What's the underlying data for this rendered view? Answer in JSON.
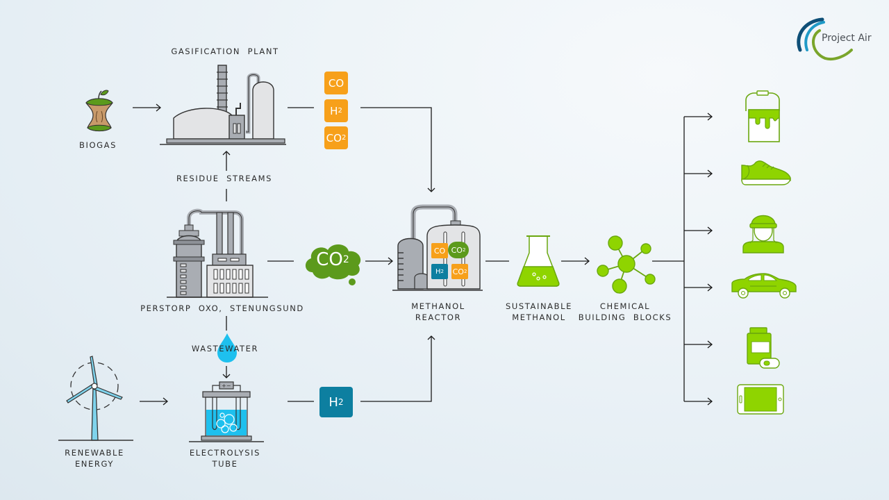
{
  "brand": {
    "name": "Project Air",
    "colors": {
      "arc_dark": "#0e4f77",
      "arc_mid": "#1f9ac7",
      "arc_green": "#7aa52b"
    }
  },
  "colors": {
    "syngas": "#f7a01a",
    "hydrogen": "#0d7fa0",
    "co2_cloud": "#5c9a1c",
    "product_green": "#8fd400",
    "water": "#1ec0ee",
    "machine_gray": "#a9adb3",
    "arrow": "#1a1a1a"
  },
  "nodes": {
    "biogas": {
      "label": "BIOGAS",
      "icon": "apple-core-icon"
    },
    "gasification": {
      "label": "GASIFICATION  PLANT",
      "icon": "gasification-plant-icon"
    },
    "residue": {
      "label": "RESIDUE  STREAMS"
    },
    "perstorp": {
      "label": "PERSTORP  OXO,  STENUNGSUND",
      "icon": "chemical-plant-icon"
    },
    "wastewater": {
      "label": "WASTEWATER",
      "icon": "water-drop-icon"
    },
    "renewable": {
      "label": "RENEWABLE\nENERGY",
      "icon": "wind-turbine-icon"
    },
    "electrolysis": {
      "label": "ELECTROLYSIS\nTUBE",
      "icon": "electrolysis-tube-icon"
    },
    "reactor": {
      "label": "METHANOL\nREACTOR",
      "icon": "methanol-reactor-icon"
    },
    "methanol": {
      "label": "SUSTAINABLE\nMETHANOL",
      "icon": "flask-icon"
    },
    "building_blocks": {
      "label": "CHEMICAL\nBUILDING  BLOCKS",
      "icon": "molecule-icon"
    }
  },
  "syngas": [
    {
      "base": "CO",
      "sub": ""
    },
    {
      "base": "H",
      "sub": "2"
    },
    {
      "base": "CO",
      "sub": "2"
    }
  ],
  "co2_cloud": {
    "base": "CO",
    "sub": "2"
  },
  "hydrogen": {
    "base": "H",
    "sub": "2"
  },
  "reactor_tiles": [
    {
      "base": "CO",
      "sub": ""
    },
    {
      "base": "CO",
      "sub": "2"
    },
    {
      "base": "H",
      "sub": "2"
    },
    {
      "base": "CO",
      "sub": "2"
    }
  ],
  "products": [
    {
      "icon": "paint-bucket-icon"
    },
    {
      "icon": "sneaker-icon"
    },
    {
      "icon": "worker-helmet-icon"
    },
    {
      "icon": "car-icon"
    },
    {
      "icon": "medicine-bottle-icon"
    },
    {
      "icon": "tablet-icon"
    }
  ]
}
